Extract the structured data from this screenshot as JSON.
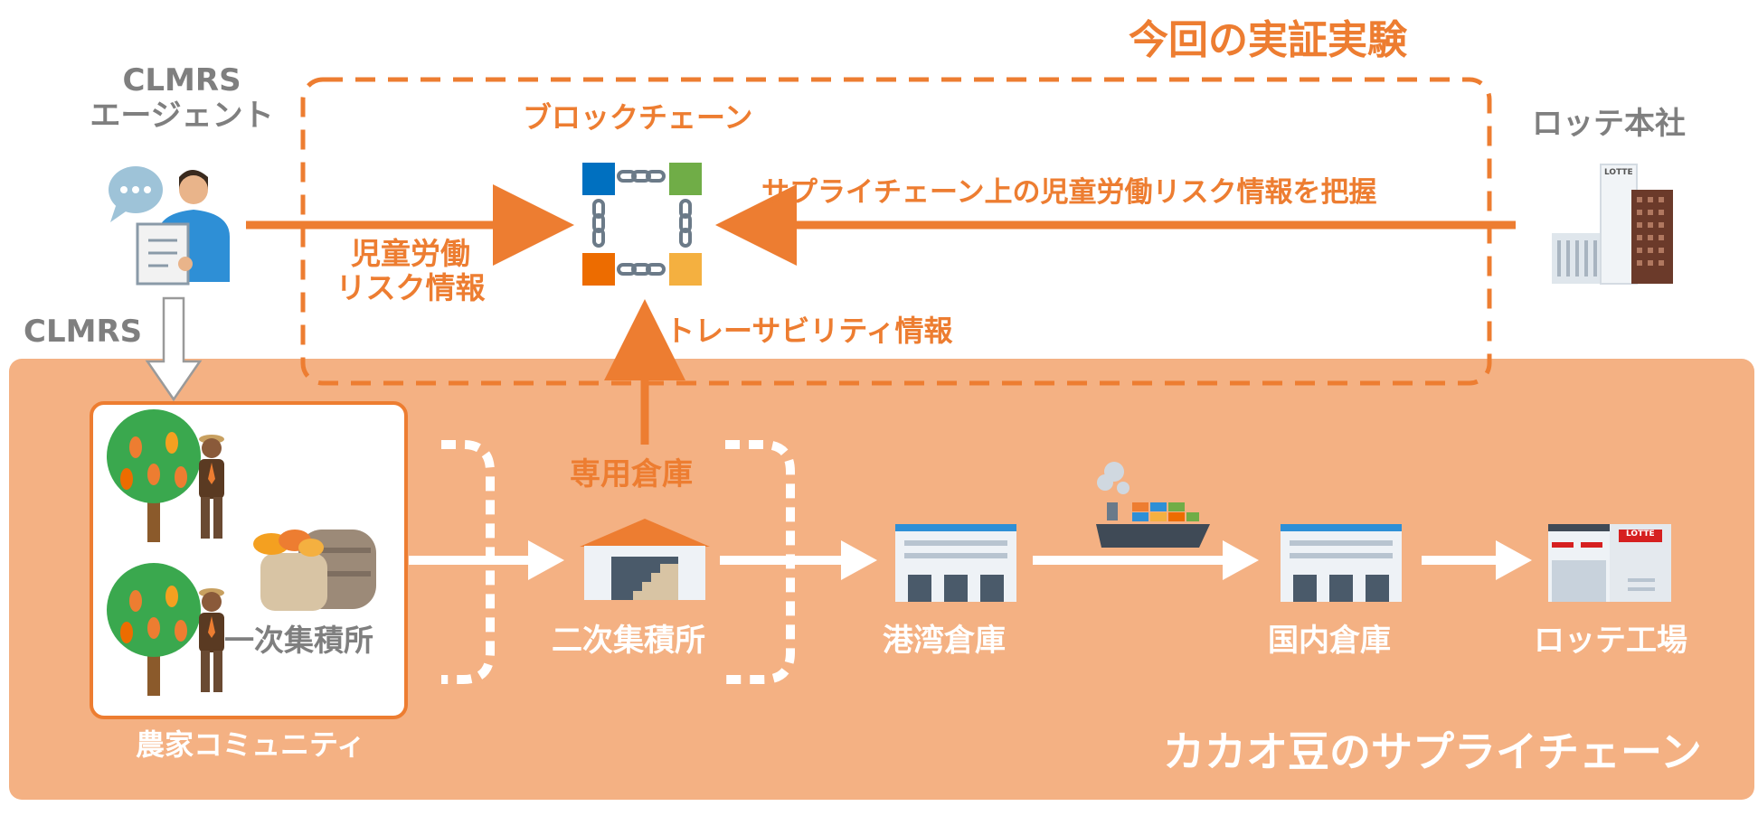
{
  "experiment_title": "今回の実証実験",
  "supply_chain_title": "カカオ豆のサプライチェーン",
  "agent": {
    "line1": "CLMRS",
    "line2": "エージェント",
    "icon": "agent-with-speech-bubble-icon"
  },
  "clmrs_label": "CLMRS",
  "blockchain": {
    "label": "ブロックチェーン",
    "icon": "blockchain-icon"
  },
  "hq": {
    "label": "ロッテ本社",
    "building_sign": "LOTTE",
    "icon": "office-building-icon"
  },
  "arrows": {
    "hq_to_blockchain": "サプライチェーン上の児童労働リスク情報を把握",
    "agent_to_blockchain_line1": "児童労働",
    "agent_to_blockchain_line2": "リスク情報",
    "traceability": "トレーサビリティ情報"
  },
  "nodes": {
    "farmer_community": "農家コミュニティ",
    "primary_collection": "一次集積所",
    "dedicated_warehouse": "専用倉庫",
    "secondary_collection": "二次集積所",
    "port_warehouse": "港湾倉庫",
    "domestic_warehouse": "国内倉庫",
    "lotte_factory": "ロッテ工場",
    "factory_sign": "LOTTE"
  },
  "colors": {
    "orange": "#ed7d31",
    "band": "#f4b183",
    "grey_text": "#7f7f7f",
    "chain_blue": "#0070c0",
    "chain_green": "#70ad47",
    "chain_orange": "#ed6c00",
    "chain_yellow": "#f4b040"
  }
}
